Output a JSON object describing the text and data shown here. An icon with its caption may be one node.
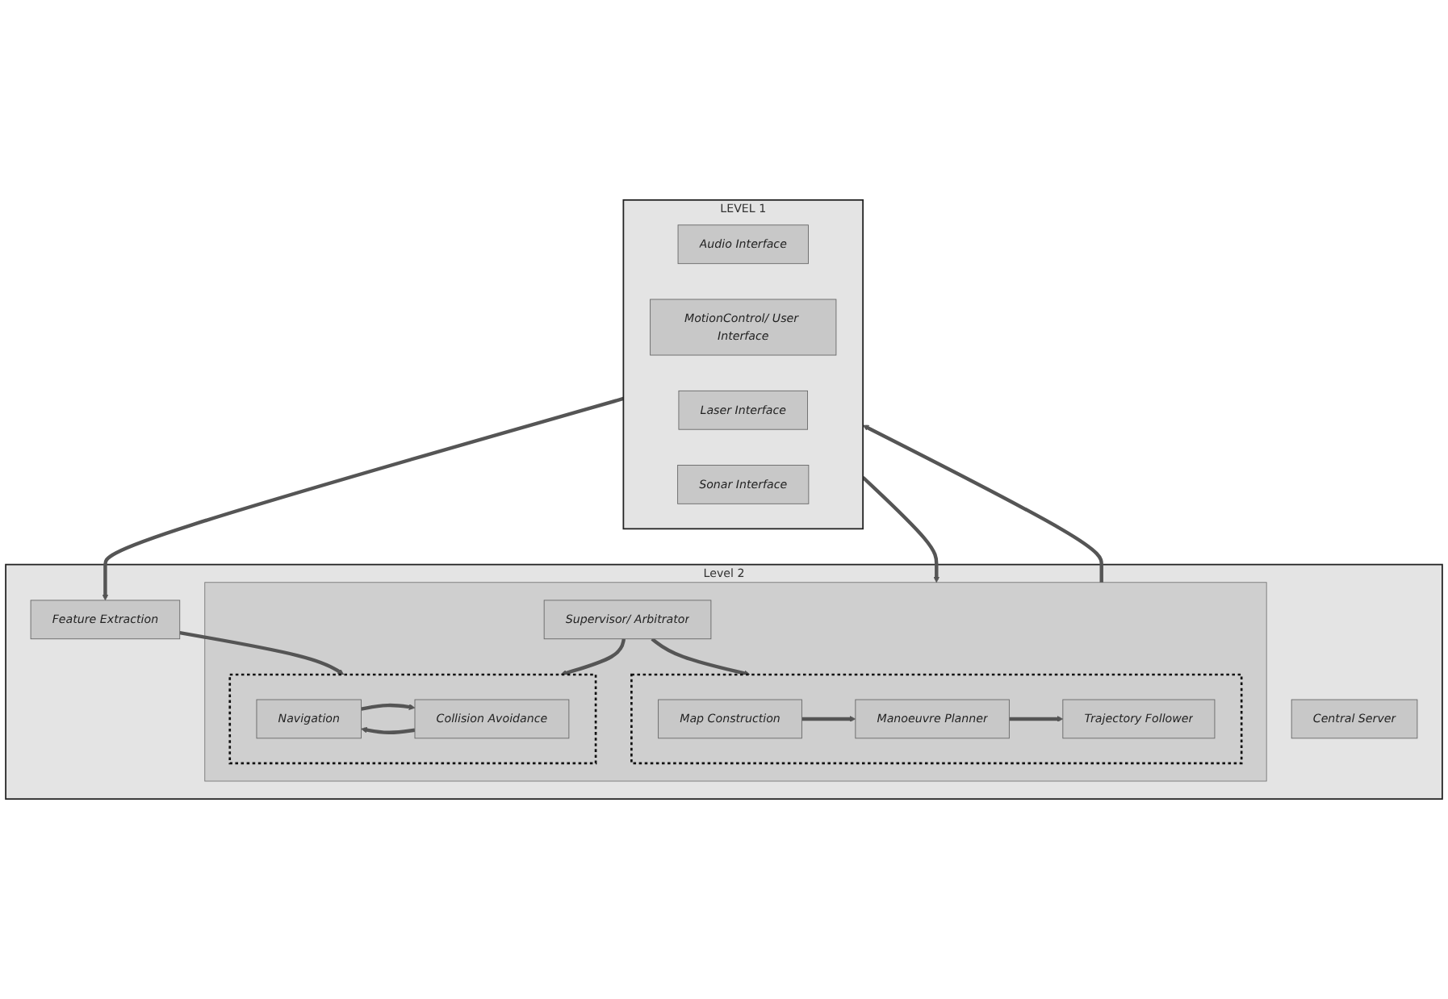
{
  "diagram": {
    "nodes": [
      {
        "text": [
          "Level 2"
        ]
      },
      {
        "text": [
          "Central Server"
        ],
        "in": 0
      },
      {
        "text": [],
        "shape": "box",
        "in": 0
      },
      {
        "text": [
          "Supervisor/ Arbitrator"
        ],
        "in": 2
      },
      {
        "text": [],
        "shape": "box",
        "in": 2
      },
      {
        "text": [
          "Navigation"
        ],
        "in": 4
      },
      {
        "text": [
          "Collision Avoidance"
        ],
        "in": 4
      },
      {
        "text": [],
        "shape": "box",
        "in": 2
      },
      {
        "text": [
          "Manoeuvre Planner"
        ],
        "in": 7
      },
      {
        "text": [
          "Map Construction"
        ],
        "in": 7
      },
      {
        "text": [
          "Trajectory Follower"
        ],
        "in": 7
      },
      {
        "text": [
          "Feature Extraction"
        ],
        "in": 0
      },
      {
        "text": [
          "LEVEL 1"
        ]
      },
      {
        "text": [
          "Audio Interface"
        ],
        "in": 12
      },
      {
        "text": [
          "MotionControl/ User Interface"
        ],
        "in": 12
      },
      {
        "text": [
          "Laser Interface"
        ],
        "in": 12
      },
      {
        "text": [
          "Sonar Interface"
        ],
        "in": 12
      }
    ],
    "edges": [
      {
        "from": 3,
        "to": 4,
        "arrow": "to"
      },
      {
        "from": 3,
        "to": 7,
        "arrow": "to"
      },
      {
        "from": 11,
        "to": 4,
        "arrow": "to"
      },
      {
        "from": 6,
        "to": 5,
        "arrow": "to"
      },
      {
        "from": 5,
        "to": 6,
        "arrow": "to"
      },
      {
        "from": 9,
        "to": 8,
        "arrow": "to"
      },
      {
        "from": 8,
        "to": 10,
        "arrow": "to"
      },
      {
        "from": 12,
        "to": 11,
        "arrow": "to"
      },
      {
        "from": 12,
        "to": 2,
        "arrow": "to"
      },
      {
        "from": 2,
        "to": 12,
        "arrow": "to"
      }
    ]
  }
}
